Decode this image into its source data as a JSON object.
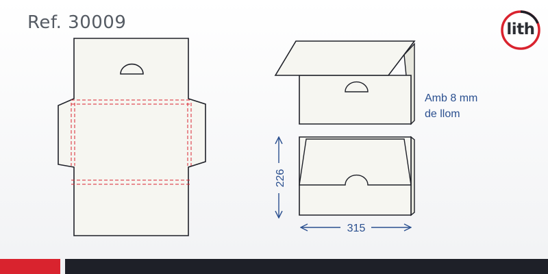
{
  "header": {
    "ref_title": "Ref. 30009"
  },
  "logo": {
    "text": "lith",
    "ring_color": "#d9232e"
  },
  "diagram": {
    "height_label": "226",
    "width_label": "315",
    "note_line_1": "Amb 8 mm",
    "note_line_2": "de llom"
  },
  "colors": {
    "outline": "#1e2028",
    "fill": "#f6f6f1",
    "fold_line": "#d9232e",
    "dimension": "#2a4f8f",
    "footer_red": "#d9232e",
    "footer_dark": "#1e2028"
  }
}
